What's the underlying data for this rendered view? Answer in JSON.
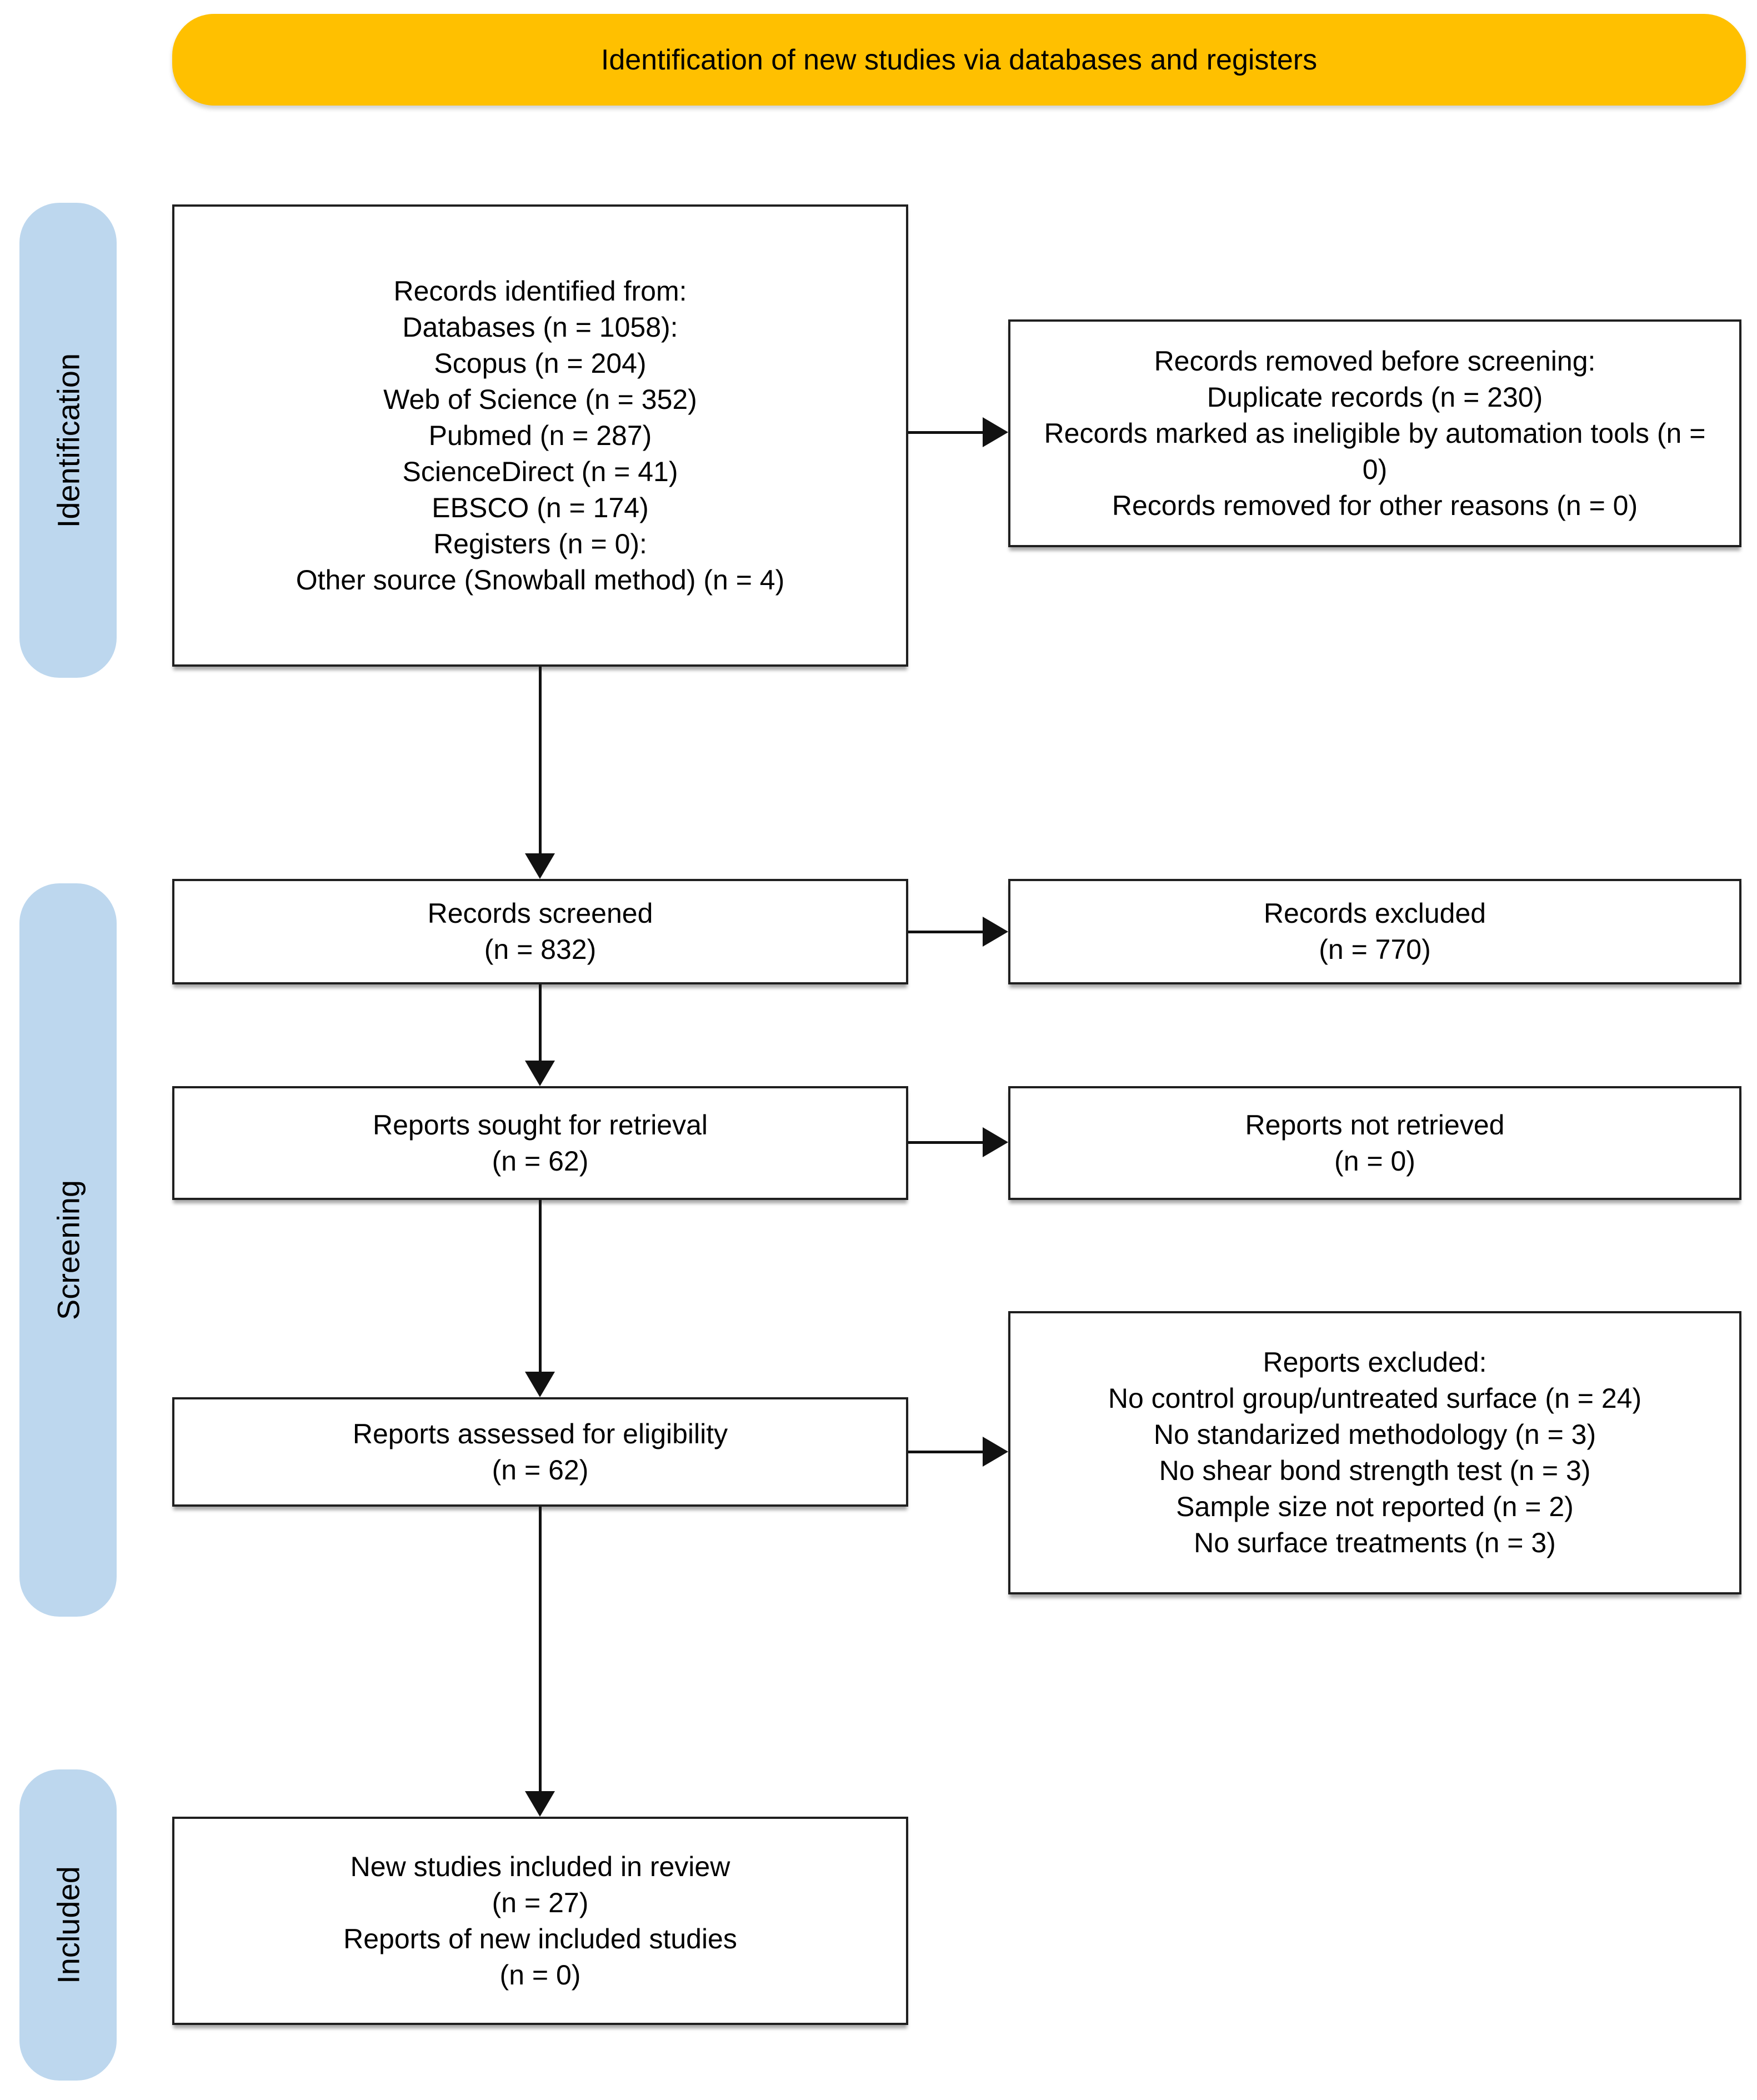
{
  "banner": {
    "title": "Identification of new studies via databases and registers"
  },
  "sidebar": {
    "identification": "Identification",
    "screening": "Screening",
    "included": "Included"
  },
  "boxes": {
    "records_identified": {
      "lines": [
        "Records identified from:",
        "Databases (n = 1058):",
        "Scopus (n = 204)",
        "Web of Science (n = 352)",
        "Pubmed (n = 287)",
        "ScienceDirect (n = 41)",
        "EBSCO (n = 174)",
        "Registers (n = 0):",
        "Other source (Snowball method) (n = 4)"
      ]
    },
    "records_removed": {
      "lines": [
        "Records removed before screening:",
        "Duplicate records (n = 230)",
        "Records marked as ineligible by automation tools (n = 0)",
        "Records removed for other reasons (n = 0)"
      ]
    },
    "records_screened": {
      "lines": [
        "Records screened",
        "(n = 832)"
      ]
    },
    "records_excluded": {
      "lines": [
        "Records excluded",
        "(n = 770)"
      ]
    },
    "reports_sought": {
      "lines": [
        "Reports sought for retrieval",
        "(n = 62)"
      ]
    },
    "reports_not_retrieved": {
      "lines": [
        "Reports not retrieved",
        "(n = 0)"
      ]
    },
    "reports_assessed": {
      "lines": [
        "Reports assessed for eligibility",
        "(n = 62)"
      ]
    },
    "reports_excluded": {
      "lines": [
        "Reports excluded:",
        "No control group/untreated surface (n = 24)",
        "No standarized methodology (n = 3)",
        "No shear bond strength test (n = 3)",
        "Sample size not reported (n = 2)",
        "No surface treatments (n = 3)"
      ]
    },
    "new_studies_included": {
      "lines": [
        "New studies included in review",
        "(n = 27)",
        "Reports of new included studies",
        "(n = 0)"
      ]
    }
  },
  "colors": {
    "banner_bg": "#FFC000",
    "stage_bg": "#BDD7EE",
    "box_border": "#1F1F1F",
    "arrow": "#111111"
  }
}
